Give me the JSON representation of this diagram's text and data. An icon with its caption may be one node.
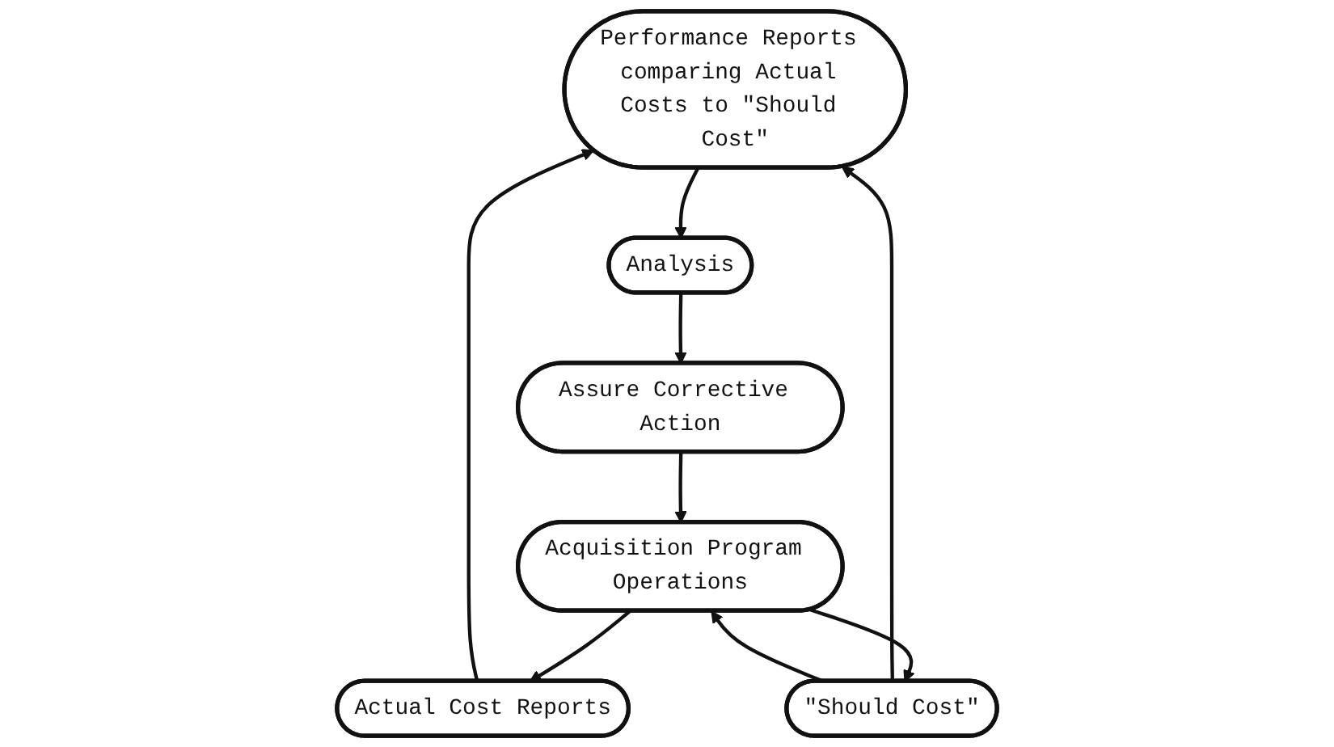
{
  "diagram": {
    "nodes": [
      {
        "text": [
          "Performance Reports comparing Actual Costs to \"Should Cost\""
        ]
      },
      {
        "text": [
          "Analysis"
        ]
      },
      {
        "text": [
          "Assure Corrective Action"
        ]
      },
      {
        "text": [
          "Acquisition Program Operations"
        ]
      },
      {
        "text": [
          "\"Should Cost\""
        ]
      },
      {
        "text": [
          "Actual Cost Reports"
        ]
      }
    ],
    "edges": [
      {
        "from": 0,
        "to": 1,
        "arrow": "to"
      },
      {
        "from": 1,
        "to": 2,
        "arrow": "to"
      },
      {
        "from": 2,
        "to": 3,
        "arrow": "to"
      },
      {
        "from": 3,
        "to": 5,
        "arrow": "to"
      },
      {
        "from": 5,
        "to": 0,
        "arrow": "to"
      },
      {
        "from": 4,
        "to": 0,
        "arrow": "to"
      },
      {
        "from": 3,
        "to": 4,
        "arrow": "to"
      },
      {
        "from": 4,
        "to": 3,
        "arrow": "to"
      }
    ]
  }
}
